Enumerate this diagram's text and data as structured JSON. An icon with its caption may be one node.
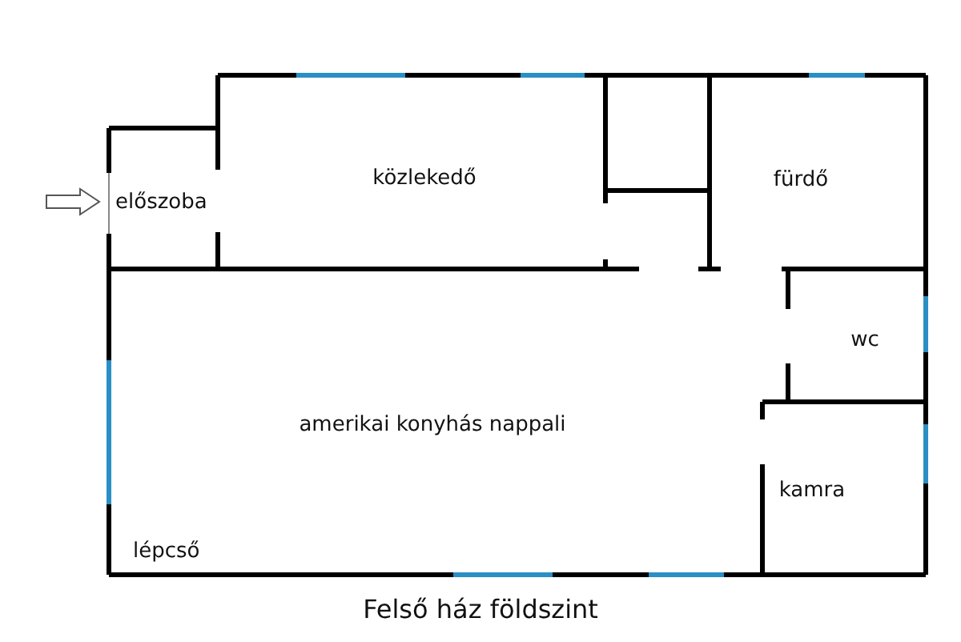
{
  "diagram": {
    "caption": "Felső ház földszint",
    "labels": [
      "előszoba",
      "közlekedő",
      "fürdő",
      "wc",
      "amerikai konyhás nappali",
      "kamra",
      "lépcső"
    ]
  }
}
